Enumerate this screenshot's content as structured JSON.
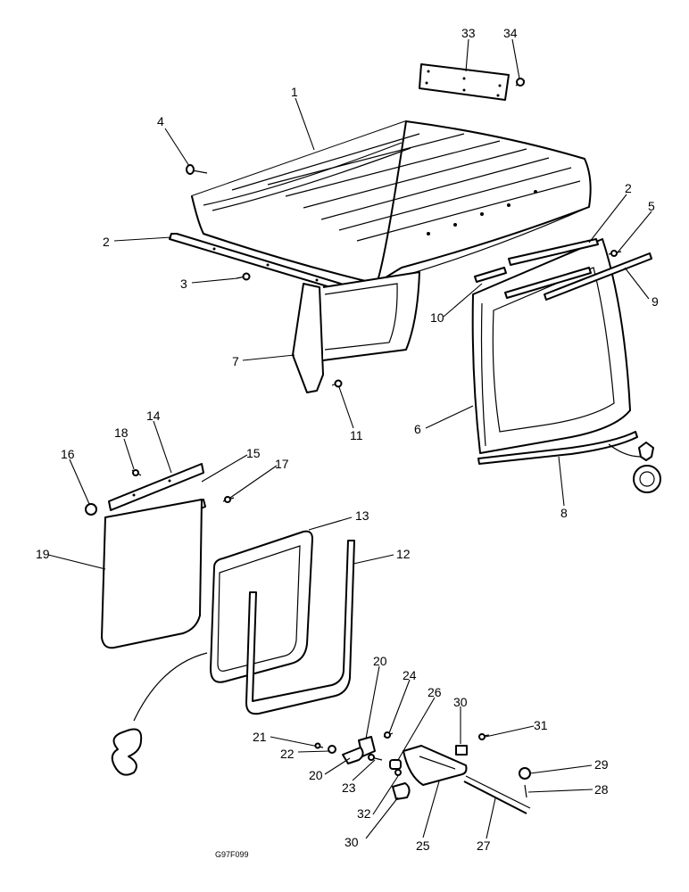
{
  "diagram": {
    "figure_code": "G97F099",
    "callouts": [
      {
        "id": "c33",
        "label": "33"
      },
      {
        "id": "c34",
        "label": "34"
      },
      {
        "id": "c1",
        "label": "1"
      },
      {
        "id": "c4",
        "label": "4"
      },
      {
        "id": "c2a",
        "label": "2"
      },
      {
        "id": "c2b",
        "label": "2"
      },
      {
        "id": "c5",
        "label": "5"
      },
      {
        "id": "c3",
        "label": "3"
      },
      {
        "id": "c10",
        "label": "10"
      },
      {
        "id": "c9",
        "label": "9"
      },
      {
        "id": "c7",
        "label": "7"
      },
      {
        "id": "c11",
        "label": "11"
      },
      {
        "id": "c6",
        "label": "6"
      },
      {
        "id": "c8",
        "label": "8"
      },
      {
        "id": "c18",
        "label": "18"
      },
      {
        "id": "c14",
        "label": "14"
      },
      {
        "id": "c16",
        "label": "16"
      },
      {
        "id": "c15",
        "label": "15"
      },
      {
        "id": "c17",
        "label": "17"
      },
      {
        "id": "c13",
        "label": "13"
      },
      {
        "id": "c12",
        "label": "12"
      },
      {
        "id": "c19",
        "label": "19"
      },
      {
        "id": "c20a",
        "label": "20"
      },
      {
        "id": "c24",
        "label": "24"
      },
      {
        "id": "c26",
        "label": "26"
      },
      {
        "id": "c30a",
        "label": "30"
      },
      {
        "id": "c31",
        "label": "31"
      },
      {
        "id": "c21",
        "label": "21"
      },
      {
        "id": "c22",
        "label": "22"
      },
      {
        "id": "c20b",
        "label": "20"
      },
      {
        "id": "c23",
        "label": "23"
      },
      {
        "id": "c29",
        "label": "29"
      },
      {
        "id": "c28",
        "label": "28"
      },
      {
        "id": "c32",
        "label": "32"
      },
      {
        "id": "c30b",
        "label": "30"
      },
      {
        "id": "c25",
        "label": "25"
      },
      {
        "id": "c27",
        "label": "27"
      }
    ]
  }
}
